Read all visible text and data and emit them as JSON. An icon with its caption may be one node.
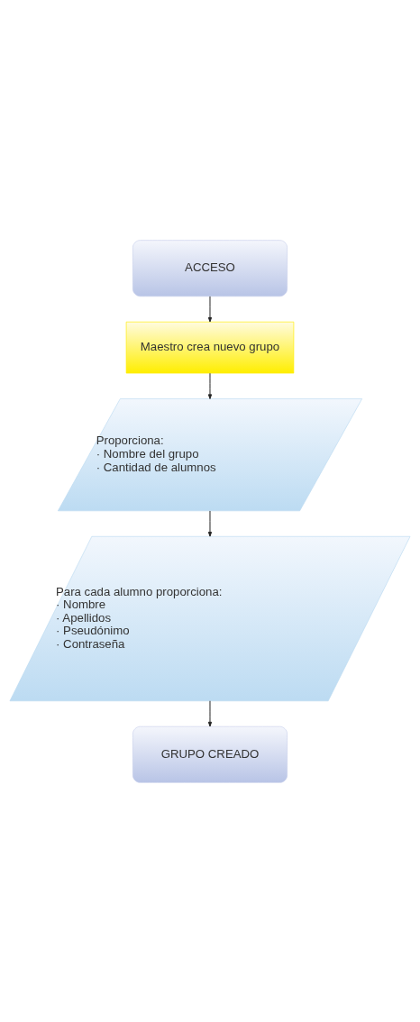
{
  "diagram": {
    "nodes": [
      {
        "text": [
          "ACCESO"
        ]
      },
      {
        "text": [
          "Maestro crea nuevo grupo"
        ]
      },
      {
        "text": [
          "Proporciona:",
          "· Nombre del grupo",
          "· Cantidad de alumnos"
        ]
      },
      {
        "text": [
          "Para cada alumno proporciona:",
          "· Nombre",
          "· Apellidos",
          "· Pseudónimo",
          "· Contraseña"
        ]
      },
      {
        "text": [
          "GRUPO CREADO"
        ]
      }
    ],
    "edges": [
      {
        "from": 0,
        "to": 1,
        "arrow": "to"
      },
      {
        "from": 1,
        "to": 2,
        "arrow": "to"
      },
      {
        "from": 2,
        "to": 3,
        "arrow": "to"
      },
      {
        "from": 3,
        "to": 4,
        "arrow": "to"
      }
    ]
  }
}
